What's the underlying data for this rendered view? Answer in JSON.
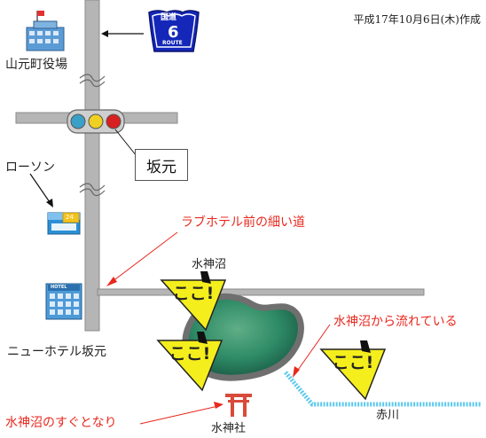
{
  "date_note": "平成17年10月6日(木)作成",
  "route_sign": {
    "top": "国道",
    "number": "6",
    "bottom": "ROUTE"
  },
  "places": {
    "town_office": "山元町役場",
    "station_name": "坂元",
    "lawson": "ローソン",
    "convenience_badge": "24",
    "hotel_sign": "HOTEL",
    "hotel": "ニューホテル坂元",
    "pond": "水神沼",
    "shrine": "水神社",
    "river": "赤川"
  },
  "annotations": {
    "narrow_road": "ラブホテル前の細い道",
    "stream": "水神沼から流れている",
    "next_to_pond": "水神沼のすぐとなり"
  },
  "colors": {
    "road": "#b5b5b5",
    "annotation": "#e8281e",
    "route_sign": "#1427b8",
    "pond": "#2e8b57",
    "stream": "#5bc8ec",
    "warning_sign": "#f5ee1d"
  }
}
